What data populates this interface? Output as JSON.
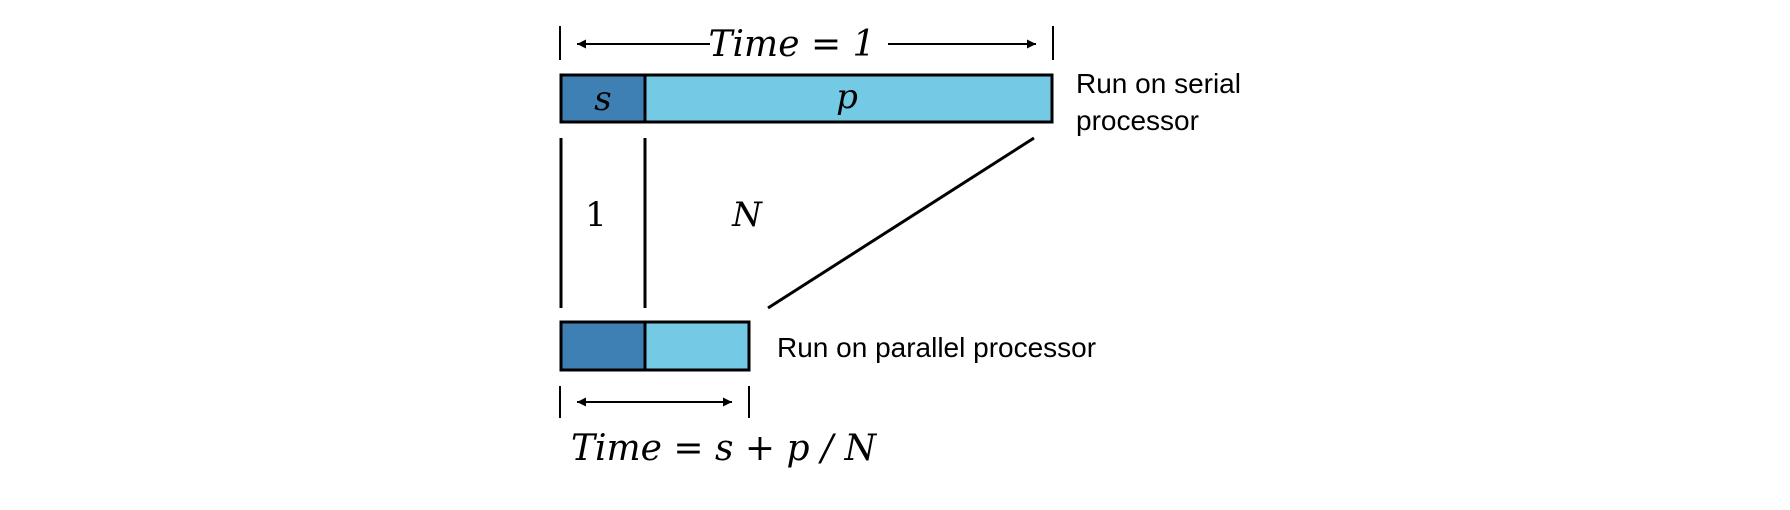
{
  "top_dimension": {
    "label": "Time = 1"
  },
  "serial_bar": {
    "segments": [
      {
        "label": "s",
        "fraction": 0.17,
        "color": "#3f80b4"
      },
      {
        "label": "p",
        "fraction": 0.83,
        "color": "#74c9e5"
      }
    ],
    "caption_line1": "Run on serial",
    "caption_line2": "processor"
  },
  "factors": {
    "serial": "1",
    "parallel": "N"
  },
  "parallel_bar": {
    "segments": [
      {
        "label": "",
        "color": "#3f80b4"
      },
      {
        "label": "",
        "color": "#74c9e5"
      }
    ],
    "caption": "Run on parallel processor"
  },
  "bottom_dimension": {
    "label": "Time = s + p / N"
  }
}
